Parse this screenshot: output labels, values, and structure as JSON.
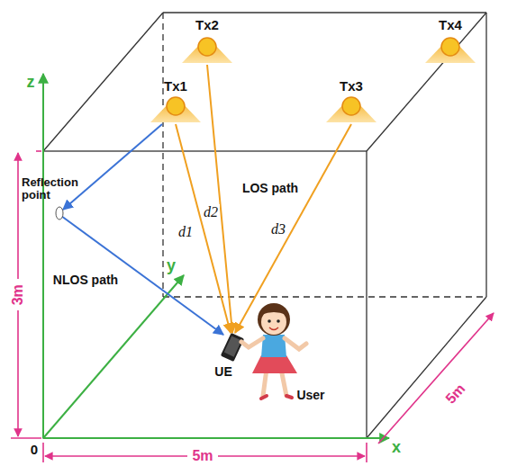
{
  "diagram": {
    "labels": [
      "z",
      "y",
      "x",
      "0",
      "3m",
      "5m",
      "5m",
      "Tx1",
      "Tx2",
      "Tx3",
      "Tx4",
      "Reflection point",
      "NLOS path",
      "LOS path",
      "d1",
      "d2",
      "d3",
      "UE",
      "User"
    ]
  }
}
